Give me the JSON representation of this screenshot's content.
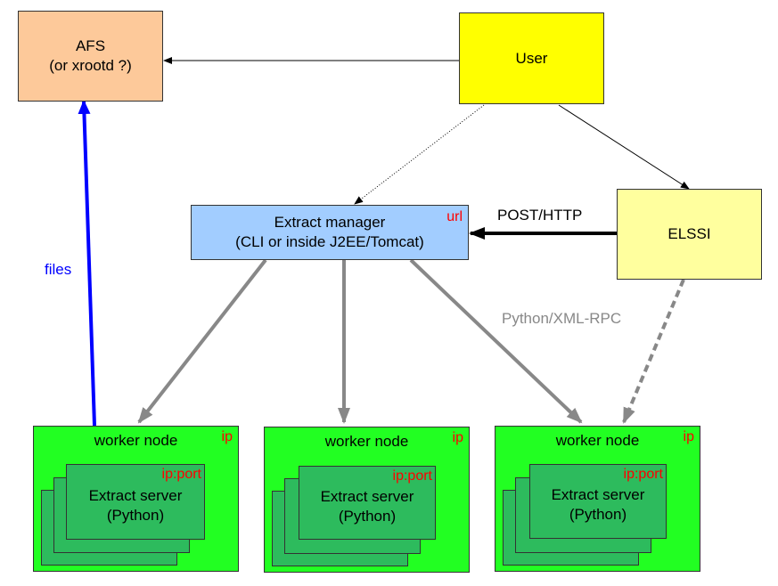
{
  "colors": {
    "afs": "#fdc99a",
    "user": "#ffff00",
    "elssi": "#ffff9e",
    "manager": "#a2cdff",
    "worker": "#22ff22",
    "server": "#2dbb5d",
    "files_arrow": "#0000ff",
    "rpc_arrow": "#888888",
    "tag_text": "#ff0000"
  },
  "afs": {
    "line1": "AFS",
    "line2": "(or xrootd ?)"
  },
  "user": {
    "label": "User"
  },
  "elssi": {
    "label": "ELSSI"
  },
  "manager": {
    "line1": "Extract manager",
    "line2": "(CLI or inside J2EE/Tomcat)",
    "tag": "url"
  },
  "edges": {
    "post_http": "POST/HTTP",
    "python_xmlrpc": "Python/XML-RPC",
    "files": "files"
  },
  "workers": [
    {
      "title": "worker node",
      "tag": "ip",
      "server_line1": "Extract server",
      "server_line2": "(Python)",
      "server_tag": "ip:port"
    },
    {
      "title": "worker node",
      "tag": "ip",
      "server_line1": "Extract server",
      "server_line2": "(Python)",
      "server_tag": "ip:port"
    },
    {
      "title": "worker node",
      "tag": "ip",
      "server_line1": "Extract server",
      "server_line2": "(Python)",
      "server_tag": "ip:port"
    }
  ]
}
